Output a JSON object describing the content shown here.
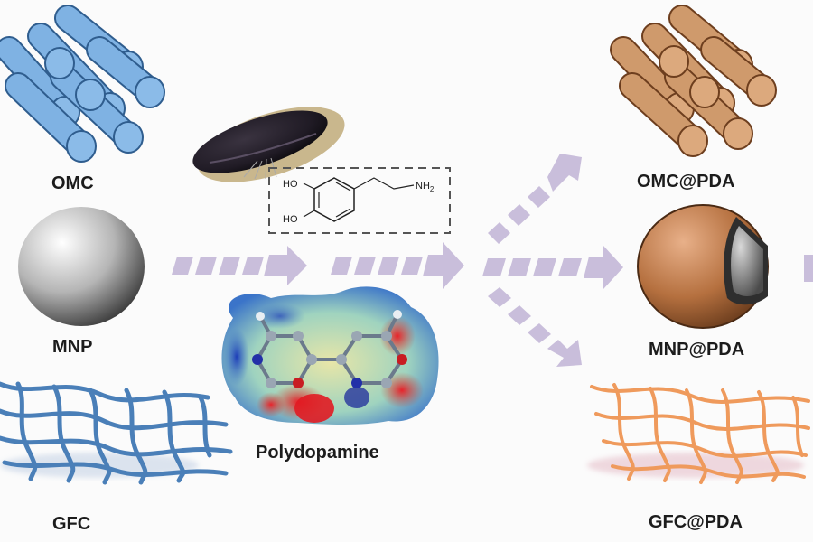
{
  "labels": {
    "omc": "OMC",
    "mnp": "MNP",
    "gfc": "GFC",
    "polydopamine": "Polydopamine",
    "omc_pda": "OMC@PDA",
    "mnp_pda": "MNP@PDA",
    "gfc_pda": "GFC@PDA"
  },
  "dopamine_structure": {
    "ho_top": "HO",
    "ho_bottom": "HO",
    "amine": "NH",
    "amine_subscript": "2"
  },
  "colors": {
    "omc_blue": "#6fa4d8",
    "pda_brown": "#c98a5c",
    "arrow_lavender": "#c9bedb",
    "gfc_blue": "#4a7fb8",
    "gfc_orange": "#ef9a5c"
  }
}
